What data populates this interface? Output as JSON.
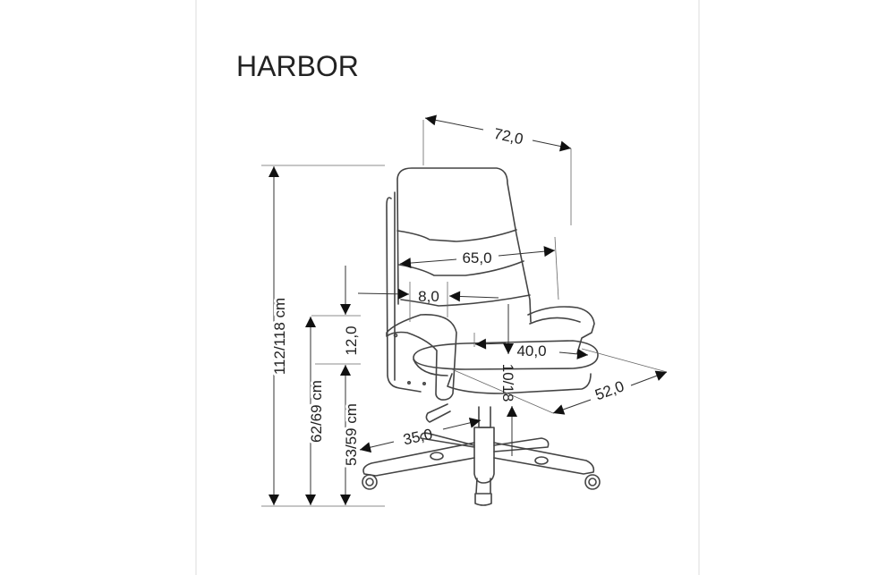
{
  "title": "HARBOR",
  "dimensions": {
    "total_width": "72,0",
    "back_width": "65,0",
    "armrest_offset": "8,0",
    "armrest_height_above_seat": "12,0",
    "seat_width": "40,0",
    "height_adjust": "10/18",
    "seat_depth": "52,0",
    "base_radius": "35,0",
    "total_height": "112/118 cm",
    "armrest_height": "62/69 cm",
    "seat_height": "53/59 cm"
  }
}
